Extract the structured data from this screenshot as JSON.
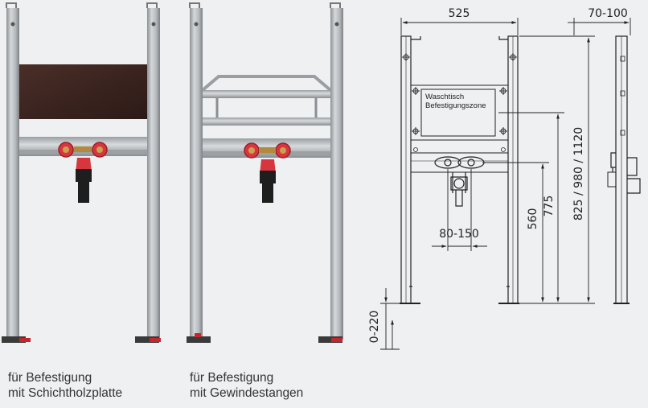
{
  "captions": {
    "left": [
      "für Befestigung",
      "mit Schichtholzplatte"
    ],
    "middle": [
      "für Befestigung",
      "mit Gewindestangen"
    ]
  },
  "drawing": {
    "zone_label": [
      "Waschtisch",
      "Befestigungszone"
    ],
    "dimensions": {
      "width": "525",
      "depth": "70-100",
      "valve_spacing": "80-150",
      "height_560": "560",
      "height_775": "775",
      "total_height": "825 / 980 / 1120",
      "foot_adjust": "0-220"
    }
  },
  "colors": {
    "frame_steel": "#b9bcbf",
    "plywood": "#3a2420",
    "valve_red": "#d8363f",
    "fitting_black": "#1e1e1e",
    "foot_red": "#c8242c",
    "line": "#222222"
  }
}
